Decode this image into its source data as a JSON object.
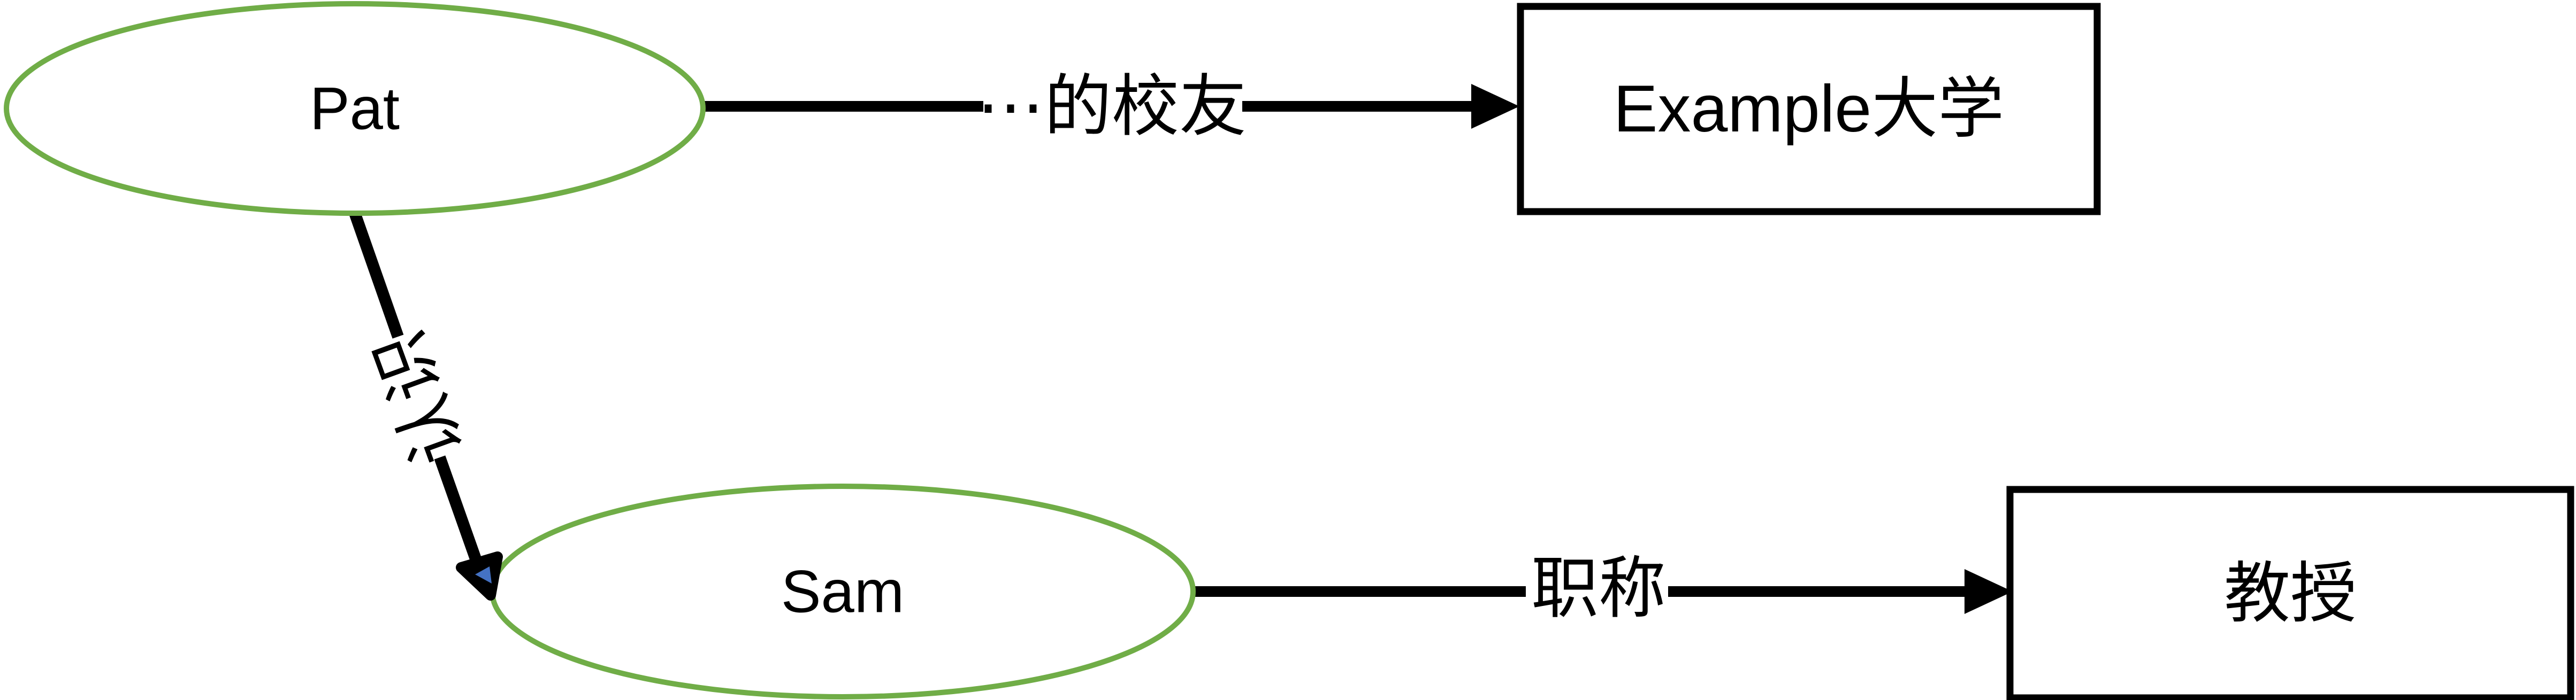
{
  "colors": {
    "background": "#FFFFFF",
    "node_ellipse_stroke": "#70AD47",
    "box_stroke": "#000000",
    "edge_line": "#000000",
    "knows_arrowhead_fill": "#4472C4",
    "text": "#000000"
  },
  "nodes": {
    "pat": {
      "label": "Pat",
      "shape": "ellipse"
    },
    "sam": {
      "label": "Sam",
      "shape": "ellipse"
    },
    "example_university": {
      "label": "Example大学",
      "shape": "rectangle"
    },
    "professor": {
      "label": "教授",
      "shape": "rectangle"
    }
  },
  "edges": {
    "alumni_of": {
      "label": "⋯的校友",
      "from": "Pat",
      "to": "Example大学",
      "direction": "right"
    },
    "knows": {
      "label": "认识",
      "from": "Pat",
      "to": "Sam",
      "direction": "down-right"
    },
    "job_title": {
      "label": "职称",
      "from": "Sam",
      "to": "教授",
      "direction": "right"
    }
  }
}
